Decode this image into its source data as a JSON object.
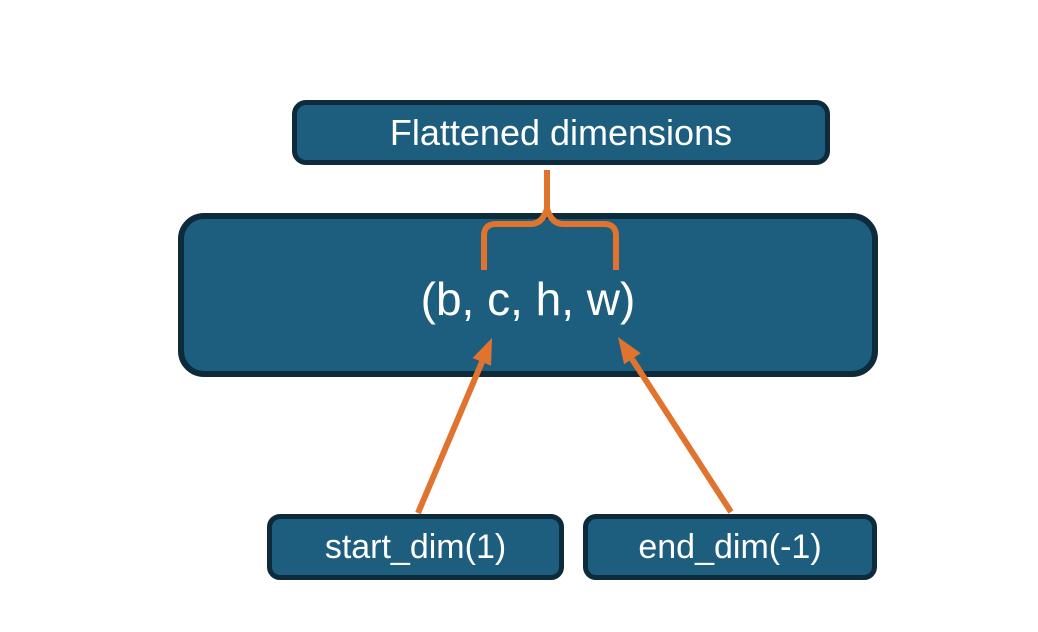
{
  "diagram": {
    "title_box": {
      "label": "Flattened dimensions"
    },
    "tensor_box": {
      "label": "(b, c, h, w)"
    },
    "param_boxes": {
      "start": {
        "label": "start_dim(1)"
      },
      "end": {
        "label": "end_dim(-1)"
      }
    },
    "colors": {
      "box_fill": "#1d5e7e",
      "box_border": "#0d2b3a",
      "accent_orange": "#e0742f",
      "text": "#ffffff",
      "background": "#ffffff"
    }
  }
}
